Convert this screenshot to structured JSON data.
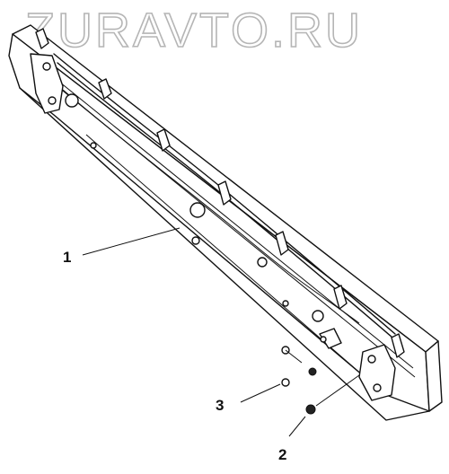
{
  "watermark": "ZURAVTO.RU",
  "callouts": [
    {
      "id": "1"
    },
    {
      "id": "2"
    },
    {
      "id": "3"
    }
  ]
}
